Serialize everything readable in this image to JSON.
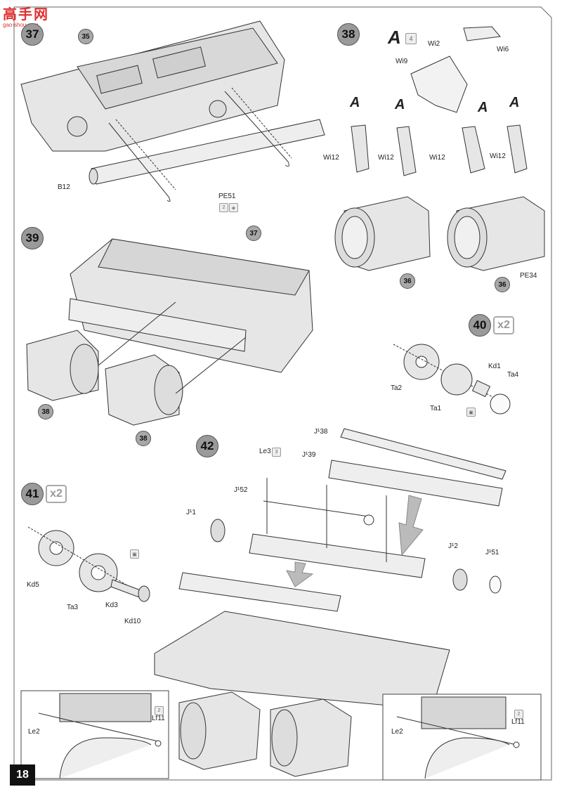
{
  "page_number": "18",
  "watermark": {
    "title": "高手网",
    "url": "gao-shou.com"
  },
  "steps": {
    "s37": {
      "number": "37",
      "ref": "35",
      "parts": [
        "B12",
        "PE51"
      ],
      "pe51_qty": "2"
    },
    "s38": {
      "number": "38",
      "sub": "A",
      "sub_qty": "4",
      "parts_top": [
        "Wi2",
        "Wi6",
        "Wi9"
      ],
      "wi12": "Wi12",
      "refs": [
        "36",
        "36"
      ],
      "pe34": "PE34"
    },
    "s39": {
      "number": "39",
      "ref": "37",
      "refs": [
        "38",
        "38"
      ]
    },
    "s40": {
      "number": "40",
      "qty": "2",
      "parts": [
        "Ta2",
        "Ta1",
        "Kd1",
        "Ta4"
      ]
    },
    "s41": {
      "number": "41",
      "qty": "2",
      "parts": [
        "Kd5",
        "Ta3",
        "Kd3",
        "Kd10"
      ]
    },
    "s42": {
      "number": "42",
      "parts": [
        "J¹38",
        "J¹39",
        "Le3",
        "J¹52",
        "J¹1",
        "J¹2",
        "J¹51"
      ],
      "le3_qty": "3"
    },
    "inset_left": {
      "le2": "Le2",
      "lf11": "Lf11",
      "qty": "2"
    },
    "inset_right": {
      "le2": "Le2",
      "lf11": "Lf11",
      "qty": "2"
    }
  },
  "colors": {
    "ink": "#222222",
    "hull_fill": "#e6e6e6",
    "hull_shade": "#cfcfcf",
    "step_circle": "#9a9a9a",
    "arrow_fill": "#bbbbbb"
  }
}
